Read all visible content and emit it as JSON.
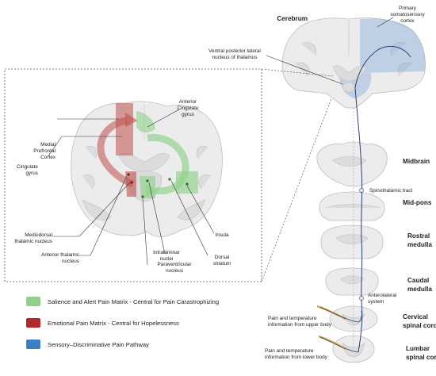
{
  "labels": {
    "cerebrum": "Cerebrum",
    "primary_somatosensory_1": "Primary",
    "primary_somatosensory_2": "somatosensory",
    "primary_somatosensory_3": "cortex",
    "vpl_1": "Ventral posterior lateral",
    "vpl_2": "nucleus of thalamus",
    "anterior_cingulate_1": "Anterior",
    "anterior_cingulate_2": "Cingulate",
    "anterior_cingulate_3": "gyrus",
    "medial_prefrontal_1": "Medial",
    "medial_prefrontal_2": "Prefrontal",
    "medial_prefrontal_3": "Cortex",
    "cingulate_gyrus_1": "Cingulate",
    "cingulate_gyrus_2": "gyrus",
    "mediodorsal_1": "Mediodorsal",
    "mediodorsal_2": "thalamic nucleus",
    "anterior_thalamic_1": "Anterior thalamic",
    "anterior_thalamic_2": "nucleus",
    "intralaminar_1": "Intralaminar",
    "intralaminar_2": "nuclei",
    "paraventricular_1": "Paraventricular",
    "paraventricular_2": "nucleus",
    "insula": "Insula",
    "dorsal_striatum_1": "Dorsal",
    "dorsal_striatum_2": "striatum",
    "midbrain": "Midbrain",
    "spinothalamic": "Spinothalamic tract",
    "mid_pons": "Mid-pons",
    "rostral_medulla_1": "Rostral",
    "rostral_medulla_2": "medulla",
    "caudal_medulla_1": "Caudal",
    "caudal_medulla_2": "medulla",
    "anterolateral_1": "Anterolateral",
    "anterolateral_2": "system",
    "upper_body_1": "Pain and temperature",
    "upper_body_2": "information from upper body",
    "lower_body_1": "Pain and temperature",
    "lower_body_2": "information from lower body",
    "cervical_1": "Cervical",
    "cervical_2": "spinal cord",
    "lumbar_1": "Lumbar",
    "lumbar_2": "spinal cord"
  },
  "legend": [
    {
      "label": "Salience and Alert Pain Matrix - Central for Pain Carastrophizing",
      "color": "#8fd18b"
    },
    {
      "label": "Emotional Pain Matrix - Central for Hopelessness",
      "color": "#b02a2a"
    },
    {
      "label": "Sensory–Discriminative Pain Pathway",
      "color": "#3e7fc4"
    }
  ],
  "colors": {
    "salience": "#8fd18b",
    "emotional": "#c0504d",
    "sensory": "#6e9ad6",
    "tract": "#2c3e73",
    "nerve": "#d4a53a"
  }
}
